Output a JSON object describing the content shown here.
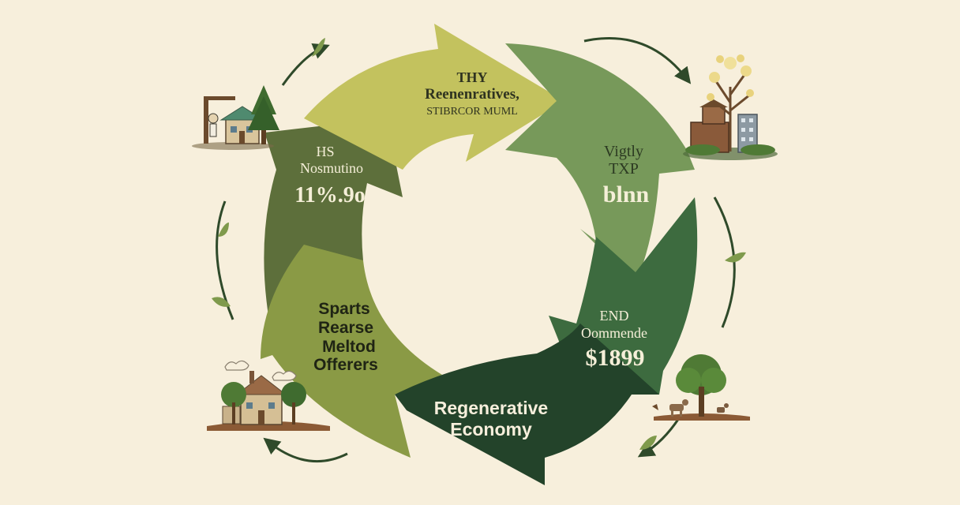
{
  "palette": {
    "background": "#f7efdc",
    "top_segment": "#c3c25e",
    "right_segment": "#77995a",
    "lower_right_segment": "#3d6b3f",
    "bottom_segment": "#23432a",
    "left_segment": "#8a9a45",
    "upper_left_segment": "#5d6f3b",
    "arrow_accent": "#2f4a2a"
  },
  "segments": {
    "top": {
      "line1": "THY",
      "line2": "Reenenratives,",
      "line3": "STIBRCOR MUML"
    },
    "right": {
      "line1": "Vigtly",
      "line2": "TXP",
      "line3": "blnn"
    },
    "lower_right": {
      "line1": "END",
      "line2": "Oommende",
      "line3": "$1899"
    },
    "bottom": {
      "line1": "Regenerative",
      "line2": "Economy"
    },
    "left": {
      "line1": "Sparts",
      "line2": "Rearse",
      "line3": "Meltod",
      "line4": "Offerers"
    },
    "upper_left": {
      "line1": "HS",
      "line2": "Nosmutino",
      "line3": "11%.9o"
    }
  },
  "icons": {
    "upper_left": "house-with-pine-tree-icon",
    "upper_right": "barn-and-blossom-tree-icon",
    "lower_left": "cottage-with-trees-icon",
    "lower_right": "tree-with-animals-icon"
  }
}
